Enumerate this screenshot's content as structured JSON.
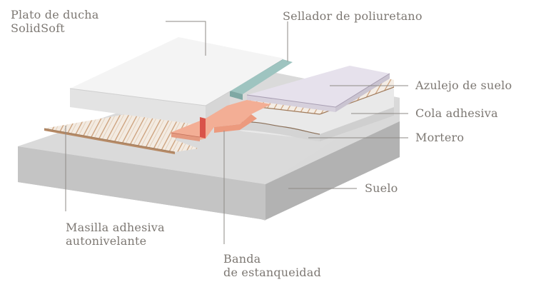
{
  "labels": {
    "shower_tray": [
      "Plato de ducha",
      "SolidSoft"
    ],
    "sealant": "Sellador de poliuretano",
    "floor_tile": "Azulejo de suelo",
    "adhesive": "Cola adhesiva",
    "mortar": "Mortero",
    "floor": "Suelo",
    "self_leveling": [
      "Masilla adhesiva",
      "autonivelante"
    ],
    "waterproof_band": [
      "Banda",
      "de estanqueidad"
    ]
  },
  "colors": {
    "text": "#7d7873",
    "leader": "#8e8a86",
    "slab_top": "#dcdcdc",
    "slab_front": "#c6c6c6",
    "slab_side": "#b3b3b3",
    "tray_top": "#f4f4f4",
    "tray_front": "#e2e2e2",
    "tile_top": "#e6e1ec",
    "sealant": "#9ec4c0",
    "band": "#f3ae95",
    "band_dark": "#d9534a",
    "corrugated": "#c99b74"
  }
}
